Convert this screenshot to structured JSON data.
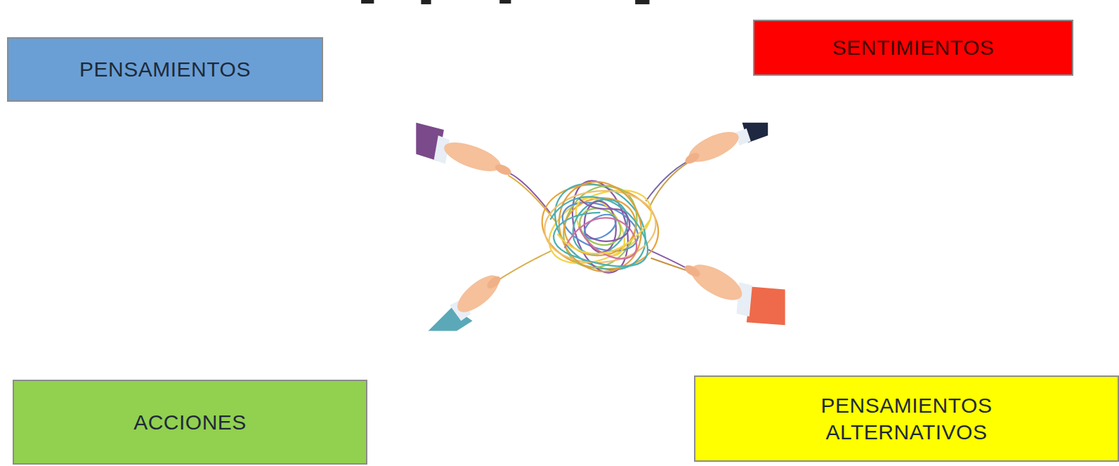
{
  "diagram": {
    "nodes": [
      {
        "text": [
          "PENSAMIENTOS"
        ]
      },
      {
        "text": [
          "SENTIMIENTOS"
        ]
      },
      {
        "text": [
          "ACCIONES"
        ]
      },
      {
        "text": [
          "PENSAMIENTOS ALTERNATIVOS"
        ]
      }
    ]
  }
}
